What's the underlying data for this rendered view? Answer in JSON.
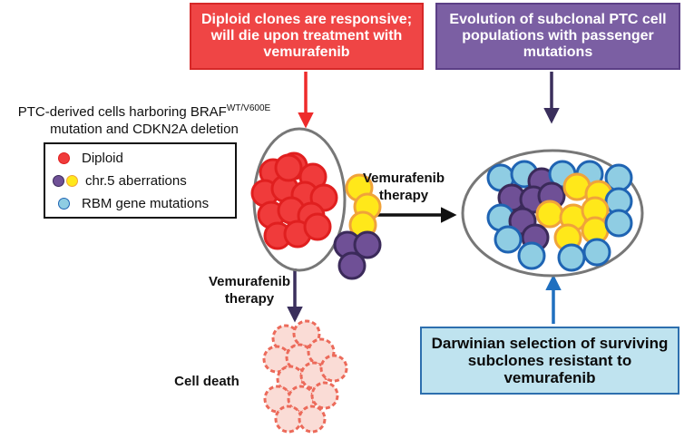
{
  "boxes": {
    "diploid_responsive": "Diploid clones are responsive;  will die upon treatment with vemurafenib",
    "evolution": "Evolution of subclonal PTC cell populations with passenger mutations",
    "darwinian": "Darwinian selection of surviving subclones resistant to vemurafenib"
  },
  "ptc_label": {
    "line1": "PTC-derived cells  harboring BRAF",
    "superscript": "WT/V600E",
    "line2": "mutation and CDKN2A deletion"
  },
  "legend": {
    "diploid": "Diploid",
    "chr5": "chr.5 aberrations",
    "rbm": "RBM gene mutations"
  },
  "labels": {
    "therapy_right": "Vemurafenib therapy",
    "therapy_down": "Vemurafenib therapy",
    "cell_death": "Cell death"
  },
  "colors": {
    "diploid_fill": "#f03b3b",
    "diploid_stroke": "#e01f1f",
    "purple_fill": "#6f5096",
    "purple_stroke": "#3b2a5a",
    "yellow_fill": "#ffe81a",
    "yellow_stroke": "#f0a33a",
    "blue_fill": "#8fcde3",
    "blue_stroke": "#1f64b3",
    "dead_fill": "#fadcd6",
    "dead_stroke": "#ec6a5a",
    "red_arrow": "#ee2b2b",
    "dark_arrow": "#3a2f5c",
    "blue_arrow": "#1f6fbf"
  }
}
